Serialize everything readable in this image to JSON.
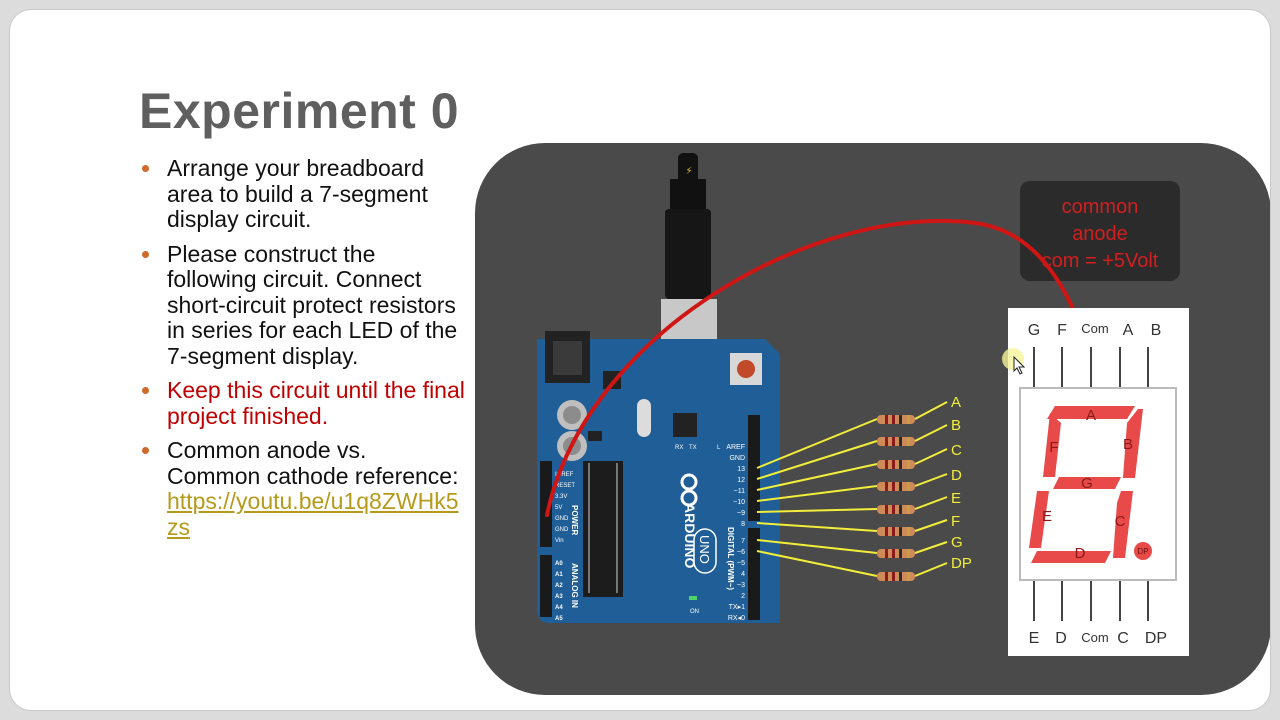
{
  "slide": {
    "title": "Experiment 0",
    "bullets": [
      {
        "text": "Arrange your breadboard area to build a 7-segment display circuit."
      },
      {
        "text": "Please construct the following circuit. Connect short-circuit protect resistors in series for each LED of the 7-segment display."
      },
      {
        "text": "Keep this circuit until the final project finished."
      },
      {
        "text": "Common anode vs. Common cathode reference:",
        "link": "https://youtu.be/u1q8ZWHk5zs"
      }
    ]
  },
  "figure": {
    "note_lines": [
      "common",
      "anode",
      "com = +5Volt"
    ],
    "resistor_labels": [
      "A",
      "B",
      "C",
      "D",
      "E",
      "F",
      "G",
      "DP"
    ],
    "display": {
      "top_pins": [
        "G",
        "F",
        "Com",
        "A",
        "B"
      ],
      "bottom_pins": [
        "E",
        "D",
        "Com",
        "C",
        "DP"
      ],
      "segment_labels": {
        "a": "A",
        "b": "B",
        "c": "C",
        "d": "D",
        "e": "E",
        "f": "F",
        "g": "G",
        "dp": "DP"
      }
    },
    "board": {
      "brand": "ARDUINO",
      "model": "UNO",
      "power_title": "POWER",
      "analog_title": "ANALOG IN",
      "digital_title": "DIGITAL (PWM~)",
      "power_pins": [
        "IOREF",
        "RESET",
        "3.3V",
        "5V",
        "GND",
        "GND",
        "Vin"
      ],
      "analog_pins": [
        "A0",
        "A1",
        "A2",
        "A3",
        "A4",
        "A5"
      ],
      "digital_top_pins": [
        "AREF",
        "GND",
        "13",
        "12",
        "~11",
        "~10",
        "~9",
        "8"
      ],
      "digital_bottom_pins": [
        "7",
        "~6",
        "~5",
        "4",
        "~3",
        "2",
        "TX▸1",
        "RX◂0"
      ],
      "small_labels": {
        "l": "L",
        "tx": "TX",
        "rx": "RX",
        "on": "ON"
      }
    },
    "colors": {
      "panel": "#4a4a4a",
      "board": "#1f5e96",
      "wire": "#d01515",
      "signal_wire": "#f2ee3a",
      "segment": "#e84a4a",
      "note_text": "#d31e1e",
      "bullet_marker": "#d06a2c",
      "link": "#b59a1b"
    }
  }
}
